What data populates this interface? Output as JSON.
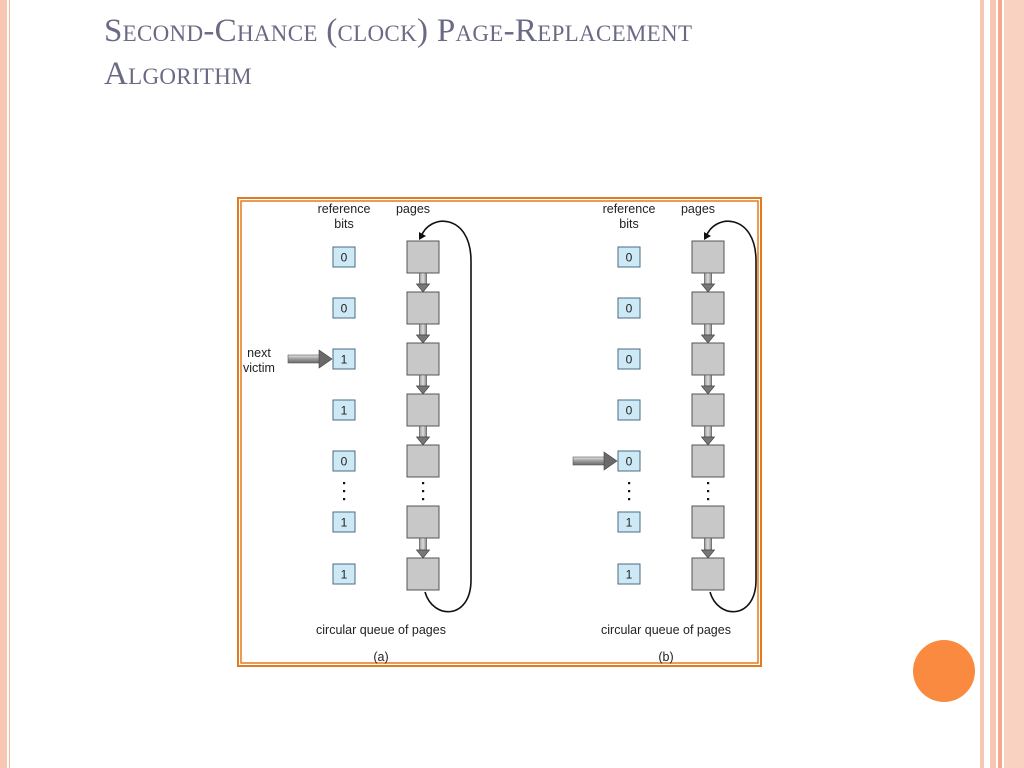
{
  "slide": {
    "title_line1": "Second-Chance (clock) Page-Replacement",
    "title_line2": "Algorithm"
  },
  "diagram": {
    "panels": [
      {
        "id": "a",
        "ref_header_1": "reference",
        "ref_header_2": "bits",
        "pages_header": "pages",
        "bits": [
          "0",
          "0",
          "1",
          "1",
          "0",
          "1",
          "1"
        ],
        "pointer_row": 2,
        "pointer_label_1": "next",
        "pointer_label_2": "victim",
        "caption": "circular queue of pages",
        "label": "(a)"
      },
      {
        "id": "b",
        "ref_header_1": "reference",
        "ref_header_2": "bits",
        "pages_header": "pages",
        "bits": [
          "0",
          "0",
          "0",
          "0",
          "0",
          "1",
          "1"
        ],
        "pointer_row": 4,
        "pointer_label_1": "",
        "pointer_label_2": "",
        "caption": "circular queue of pages",
        "label": "(b)"
      }
    ],
    "colors": {
      "border": "#e07b1f",
      "bit_fill": "#cde9f6",
      "page_fill": "#c8c8c8",
      "accent_circle": "#f98a3f"
    }
  }
}
